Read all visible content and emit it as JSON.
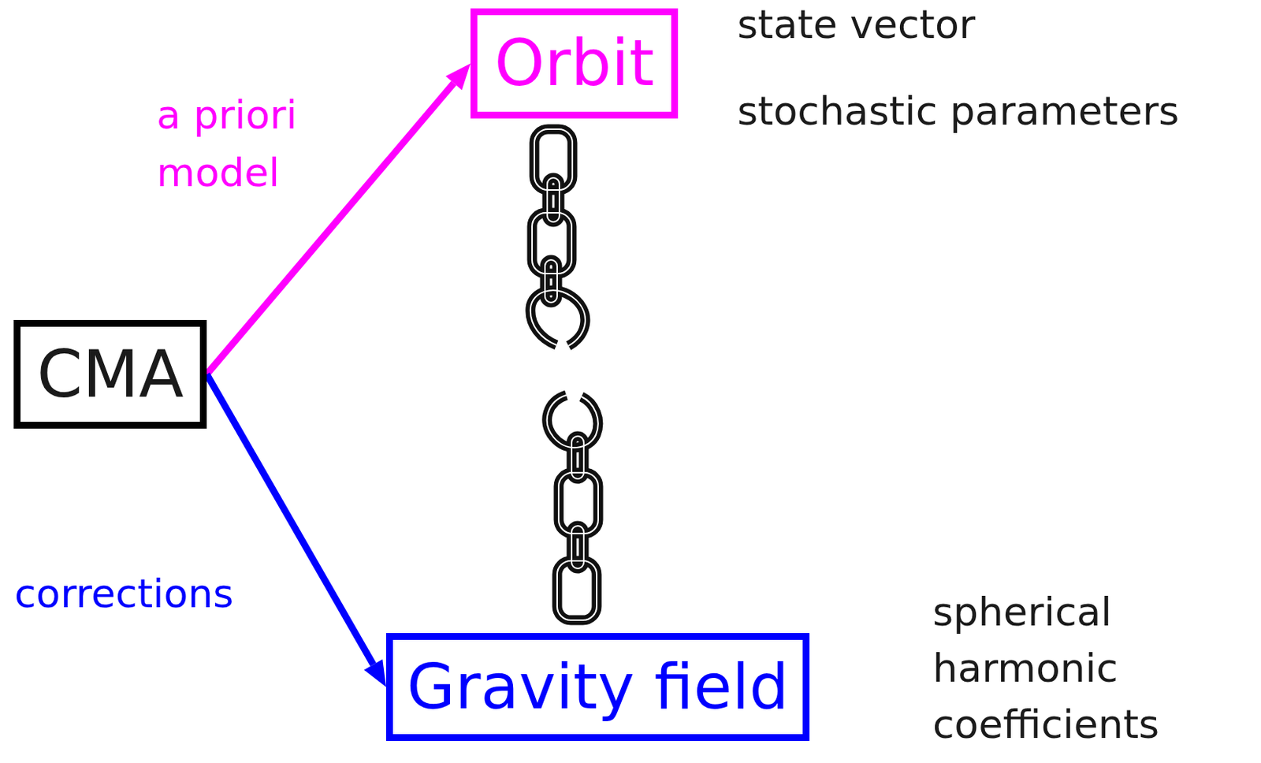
{
  "diagram": {
    "nodes": [
      {
        "text": [
          "CMA"
        ]
      },
      {
        "text": [
          "Orbit"
        ]
      },
      {
        "text": [
          "Gravity field"
        ]
      }
    ],
    "edges": [
      {
        "from": 0,
        "to": 1,
        "arrow": "to",
        "label": "a priori model"
      },
      {
        "from": 0,
        "to": 2,
        "arrow": "to",
        "label": "corrections"
      }
    ],
    "labels": [
      "state vector",
      "stochastic parameters",
      "spherical harmonic coefficients"
    ]
  }
}
